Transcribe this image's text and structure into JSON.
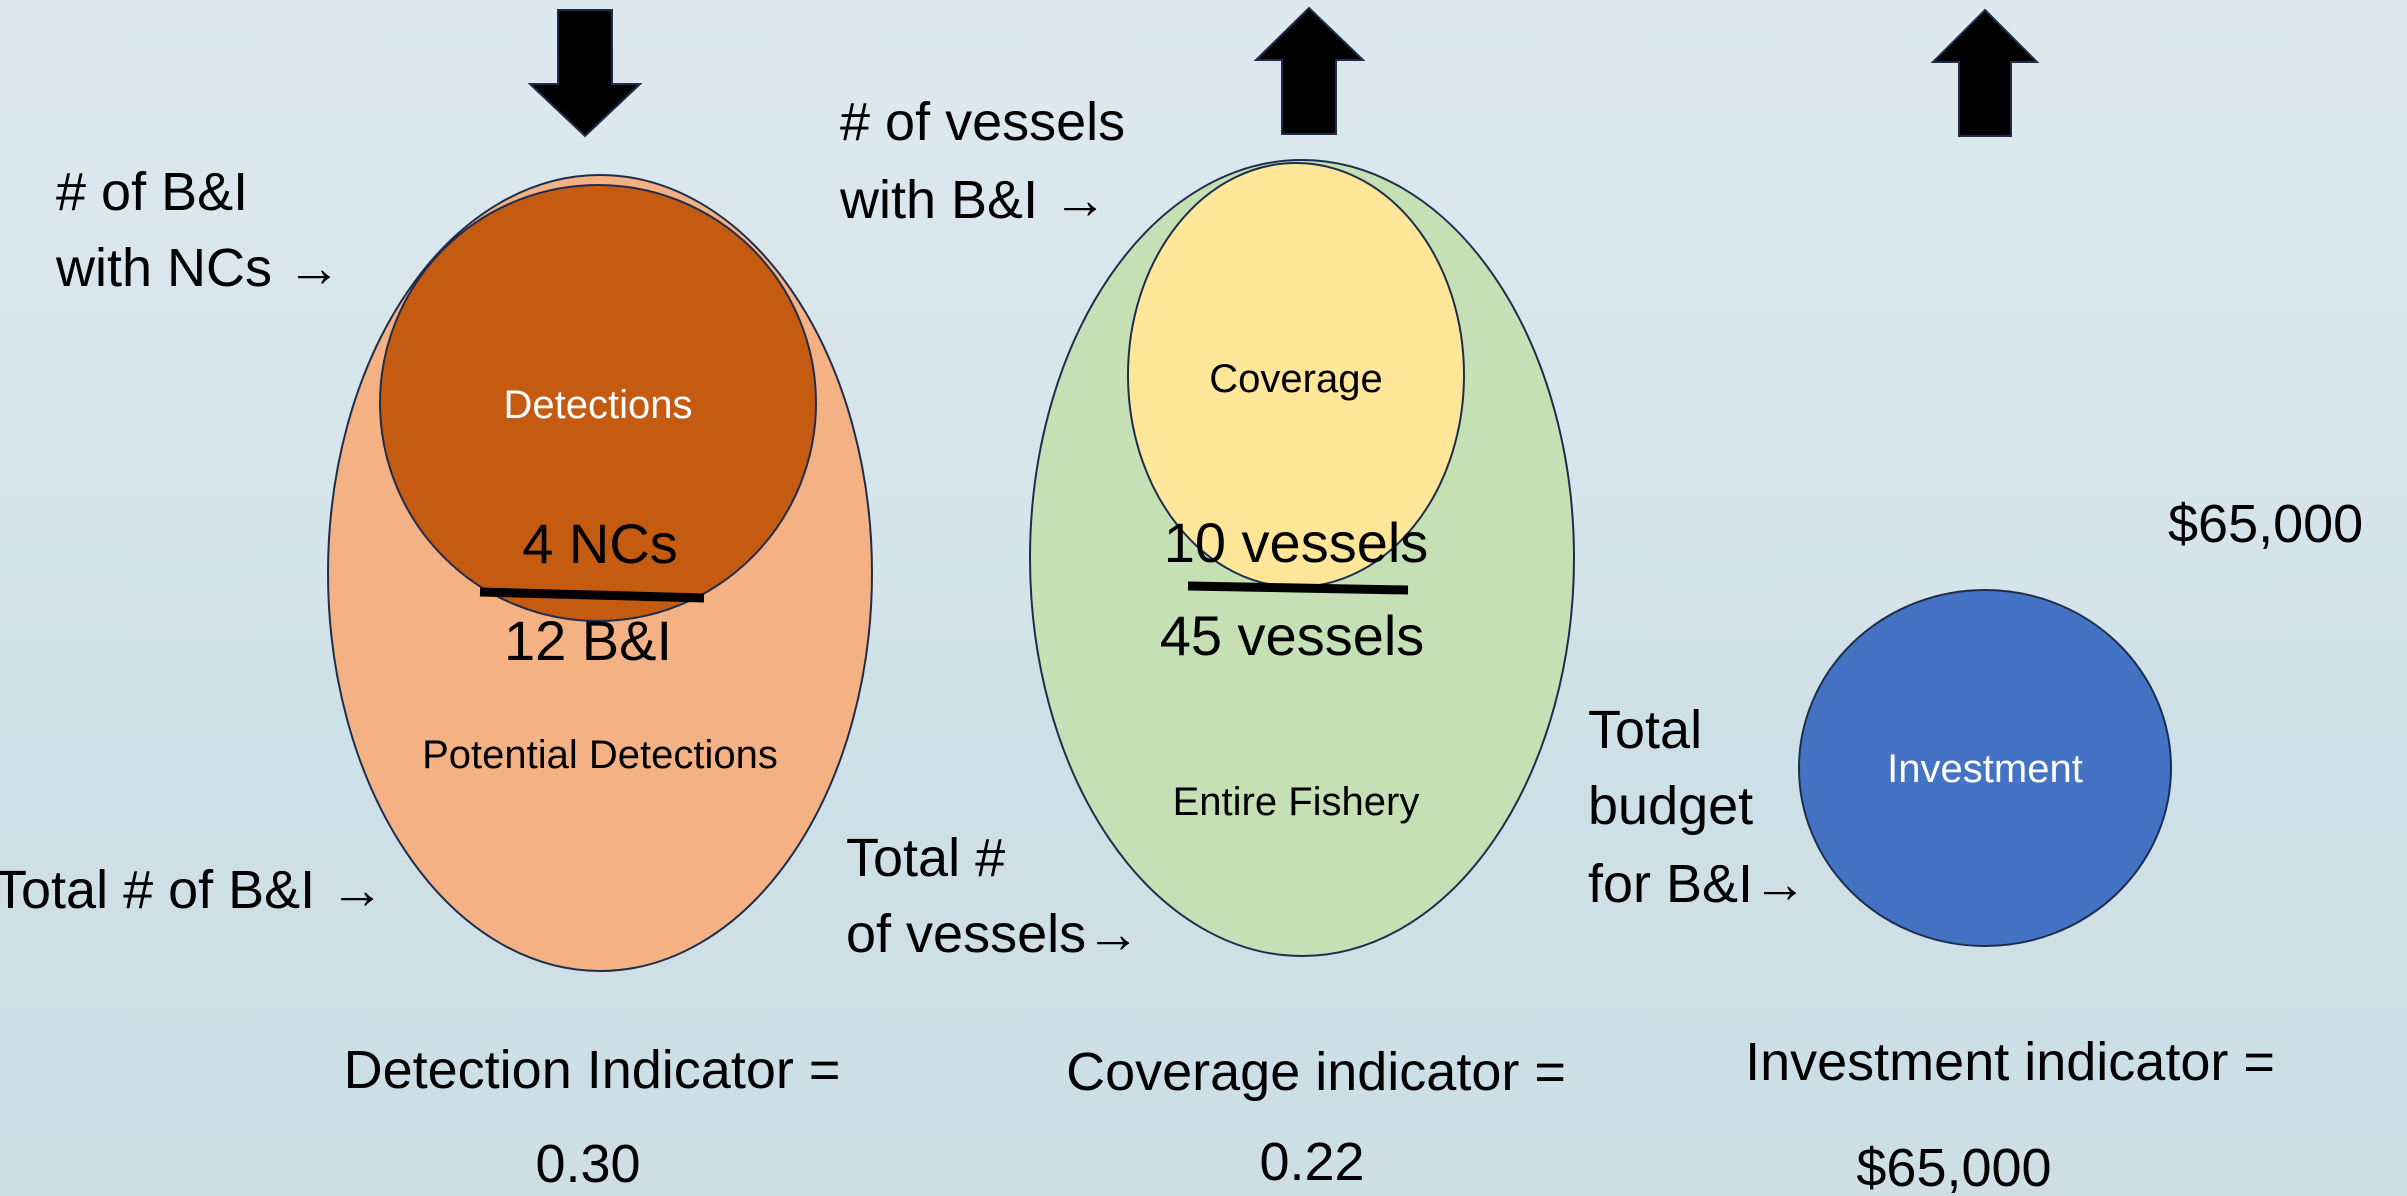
{
  "detection": {
    "top_label_1": "# of B&I",
    "top_label_2": "with NCs →",
    "bottom_label": "Total # of B&I →",
    "inner_circle": "Detections",
    "numerator": "4 NCs",
    "denominator": "12 B&I",
    "outer_circle": "Potential Detections",
    "indicator_label": "Detection Indicator =",
    "indicator_value": "0.30",
    "arrow_direction": "down"
  },
  "coverage": {
    "top_label_1": "# of  vessels",
    "top_label_2": "with B&I  →",
    "bottom_label_1": "Total #",
    "bottom_label_2": "of vessels→",
    "inner_circle": "Coverage",
    "numerator": "10 vessels",
    "denominator": "45 vessels",
    "outer_circle": "Entire Fishery",
    "indicator_label": "Coverage indicator =",
    "indicator_value": "0.22",
    "arrow_direction": "up"
  },
  "investment": {
    "label_1": "Total",
    "label_2": "budget",
    "label_3": "for B&I→",
    "circle": "Investment",
    "amount": "$65,000",
    "indicator_label": "Investment indicator =",
    "indicator_value": "$65,000",
    "arrow_direction": "up"
  },
  "colors": {
    "detection_outer": "#f4b183",
    "detection_inner": "#c55a11",
    "coverage_outer": "#c5e0b4",
    "coverage_inner": "#ffe699",
    "investment": "#4472c4",
    "outline": "#1f2d4d"
  }
}
